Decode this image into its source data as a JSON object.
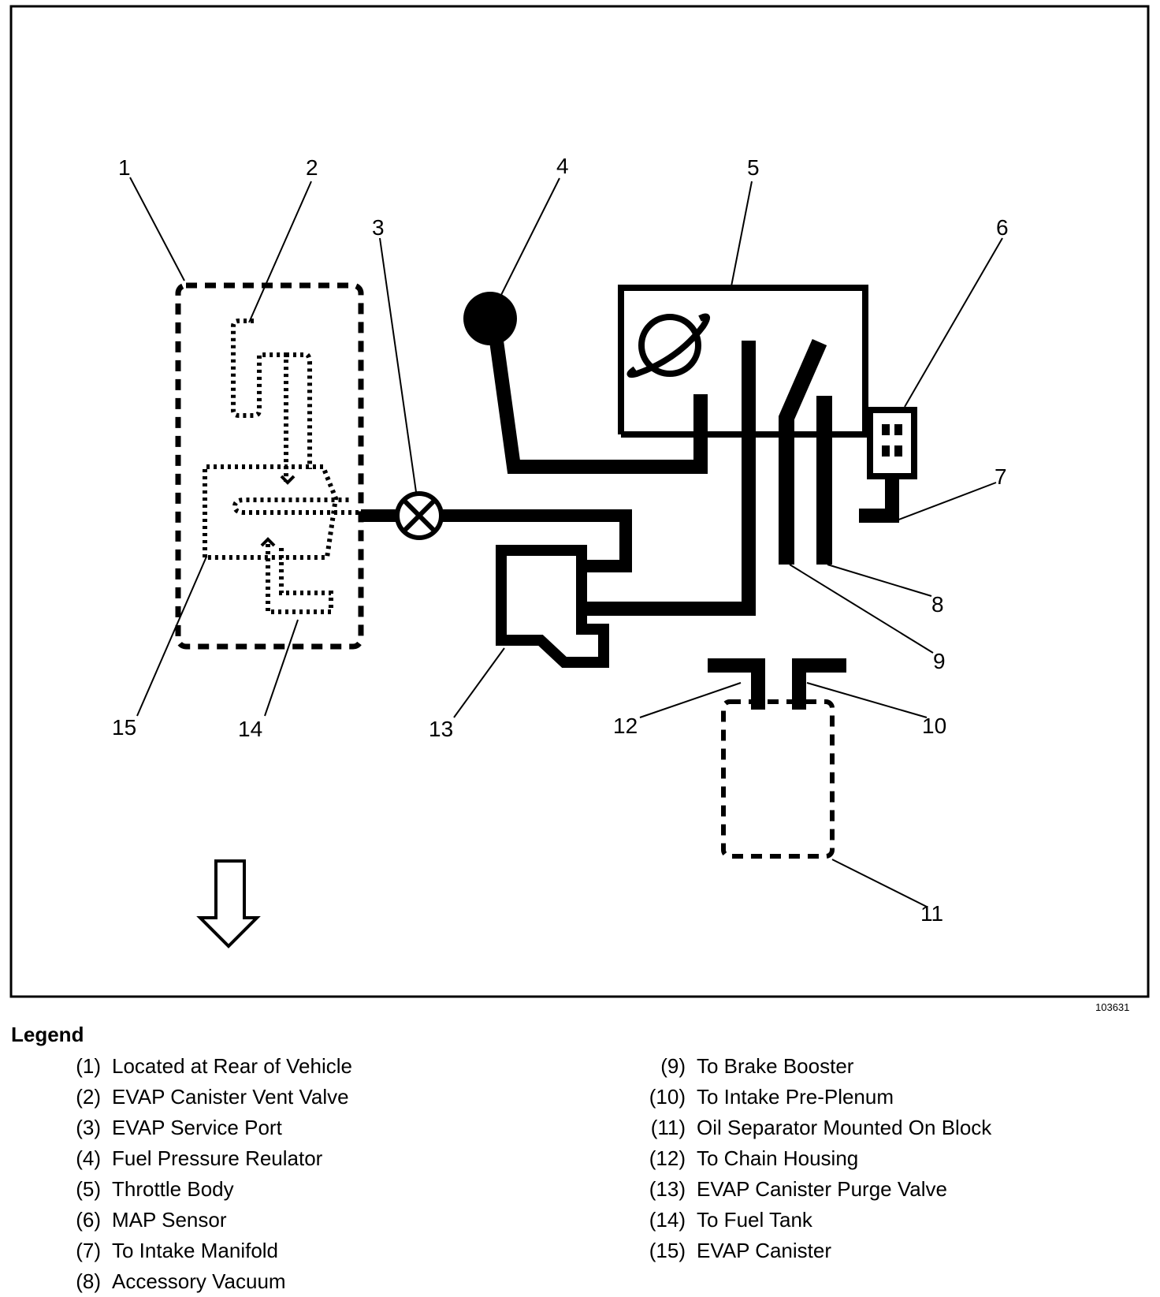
{
  "callouts": {
    "c1": "1",
    "c2": "2",
    "c3": "3",
    "c4": "4",
    "c5": "5",
    "c6": "6",
    "c7": "7",
    "c8": "8",
    "c9": "9",
    "c10": "10",
    "c11": "11",
    "c12": "12",
    "c13": "13",
    "c14": "14",
    "c15": "15"
  },
  "figure_number": "103631",
  "legend": {
    "title": "Legend",
    "items": [
      {
        "num": "(1)",
        "text": "Located at Rear of Vehicle"
      },
      {
        "num": "(2)",
        "text": "EVAP Canister Vent Valve"
      },
      {
        "num": "(3)",
        "text": "EVAP Service Port"
      },
      {
        "num": "(4)",
        "text": "Fuel Pressure Reulator"
      },
      {
        "num": "(5)",
        "text": "Throttle Body"
      },
      {
        "num": "(6)",
        "text": "MAP Sensor"
      },
      {
        "num": "(7)",
        "text": "To Intake Manifold"
      },
      {
        "num": "(8)",
        "text": "Accessory Vacuum"
      },
      {
        "num": "(9)",
        "text": "To Brake Booster"
      },
      {
        "num": "(10)",
        "text": "To Intake Pre-Plenum"
      },
      {
        "num": "(11)",
        "text": "Oil Separator Mounted On Block"
      },
      {
        "num": "(12)",
        "text": "To Chain Housing"
      },
      {
        "num": "(13)",
        "text": "EVAP Canister Purge Valve"
      },
      {
        "num": "(14)",
        "text": "To Fuel Tank"
      },
      {
        "num": "(15)",
        "text": "EVAP Canister"
      }
    ]
  }
}
